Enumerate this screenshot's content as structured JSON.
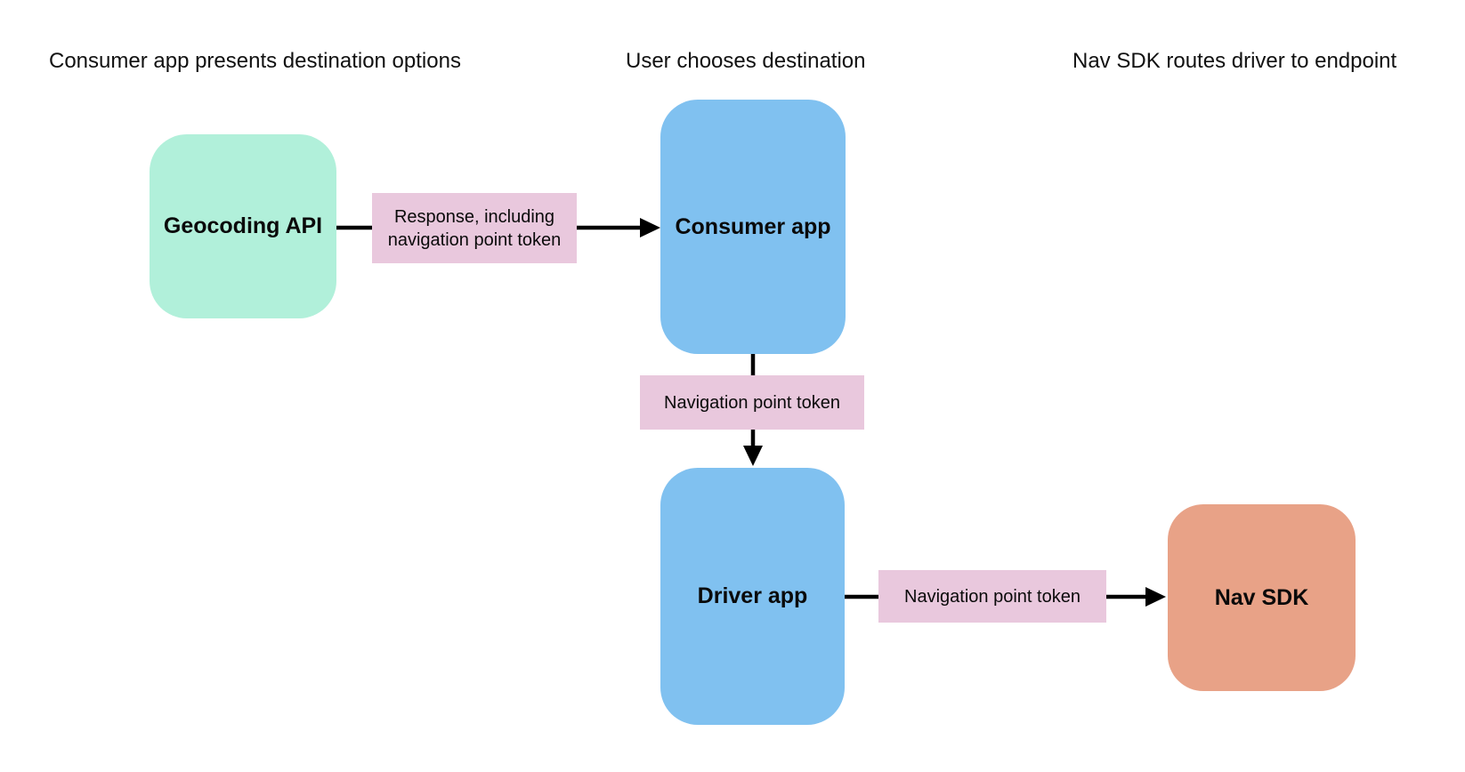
{
  "diagram": {
    "background": "#ffffff",
    "arrow_color": "#000000",
    "text_color": "#000000",
    "column_headers": [
      {
        "label": "Consumer app presents destination options"
      },
      {
        "label": "User chooses destination"
      },
      {
        "label": "Nav SDK routes driver to endpoint"
      }
    ],
    "nodes": [
      {
        "id": "geocoding-api",
        "label": "Geocoding API",
        "fill": "#b1f0da"
      },
      {
        "id": "consumer-app",
        "label": "Consumer app",
        "fill": "#80c1f0"
      },
      {
        "id": "driver-app",
        "label": "Driver app",
        "fill": "#80c1f0"
      },
      {
        "id": "nav-sdk",
        "label": "Nav SDK",
        "fill": "#e8a287"
      }
    ],
    "edges": [
      {
        "from": "geocoding-api",
        "to": "consumer-app",
        "label": "Response, including navigation point token",
        "label_fill": "#e9c8dd"
      },
      {
        "from": "consumer-app",
        "to": "driver-app",
        "label": "Navigation point token",
        "label_fill": "#e9c8dd"
      },
      {
        "from": "driver-app",
        "to": "nav-sdk",
        "label": "Navigation point token",
        "label_fill": "#e9c8dd"
      }
    ]
  }
}
